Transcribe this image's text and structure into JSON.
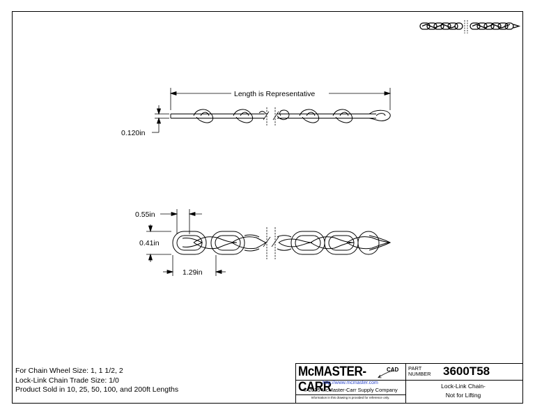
{
  "drawing": {
    "dim_length_label": "Length is Representative",
    "dim_thickness": "0.120in",
    "dim_link_inner_length": "0.55in",
    "dim_link_width": "0.41in",
    "dim_link_outer_length": "1.29in"
  },
  "notes": [
    "For Chain Wheel Size: 1, 1 1/2, 2",
    "Lock-Link Chain Trade Size: 1/0",
    "Product Sold in 10, 25, 50, 100, and 200ft Lengths"
  ],
  "title_block": {
    "brand": "McMASTER-CARR",
    "cad_mark": "CAD",
    "url": "http://www.mcmaster.com",
    "copyright": "© 2025 McMaster-Carr Supply Company",
    "info": "Information in this drawing is provided for reference only.",
    "part_label_1": "PART",
    "part_label_2": "NUMBER",
    "part_number": "3600T58",
    "description_1": "Lock-Link Chain-",
    "description_2": "Not for Lifting"
  }
}
